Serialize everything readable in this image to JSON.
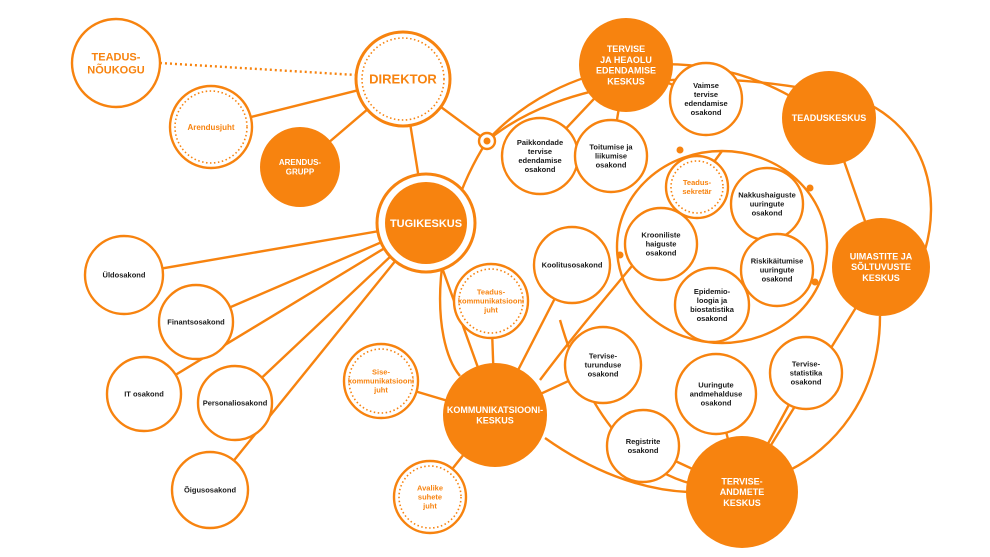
{
  "colors": {
    "accent": "#f7830f",
    "text": "#1a1a1a",
    "white": "#ffffff"
  },
  "nodes": {
    "teadusnoukogu": {
      "lines": [
        "TEADUS-",
        "NÕUKOGU"
      ]
    },
    "direktor": {
      "lines": [
        "DIREKTOR"
      ]
    },
    "arendusjuht": {
      "lines": [
        "Arendusjuht"
      ]
    },
    "arendusgrupp": {
      "lines": [
        "ARENDUS-",
        "GRUPP"
      ]
    },
    "tugikeskus": {
      "lines": [
        "TUGIKESKUS"
      ]
    },
    "tervise_keskus": {
      "lines": [
        "TERVISE",
        "JA HEAOLU",
        "EDENDAMISE",
        "KESKUS"
      ]
    },
    "vaimse": {
      "lines": [
        "Vaimse",
        "tervise",
        "edendamise",
        "osakond"
      ]
    },
    "paikkondade": {
      "lines": [
        "Paikkondade",
        "tervise",
        "edendamise",
        "osakond"
      ]
    },
    "toitumise": {
      "lines": [
        "Toitumise ja",
        "liikumise",
        "osakond"
      ]
    },
    "teaduskeskus": {
      "lines": [
        "TEADUSKESKUS"
      ]
    },
    "teadussekretar": {
      "lines": [
        "Teadus-",
        "sekretär"
      ]
    },
    "nakkus": {
      "lines": [
        "Nakkushaiguste",
        "uuringute",
        "osakond"
      ]
    },
    "kroonilised": {
      "lines": [
        "Krooniliste",
        "haiguste",
        "osakond"
      ]
    },
    "riskikaitumise": {
      "lines": [
        "Riskikäitumise",
        "uuringute",
        "osakond"
      ]
    },
    "epidemio": {
      "lines": [
        "Epidemio-",
        "loogia ja",
        "biostatistika",
        "osakond"
      ]
    },
    "uimastite": {
      "lines": [
        "UIMASTITE JA",
        "SÕLTUVUSTE",
        "KESKUS"
      ]
    },
    "koolitus": {
      "lines": [
        "Koolitusosakond"
      ]
    },
    "teaduskomm": {
      "lines": [
        "Teadus-",
        "kommunikatsiooni",
        "juht"
      ]
    },
    "uldosakond": {
      "lines": [
        "Üldosakond"
      ]
    },
    "finants": {
      "lines": [
        "Finantsosakond"
      ]
    },
    "it": {
      "lines": [
        "IT osakond"
      ]
    },
    "personali": {
      "lines": [
        "Personaliosakond"
      ]
    },
    "oigus": {
      "lines": [
        "Õigusosakond"
      ]
    },
    "sisekomm": {
      "lines": [
        "Sise-",
        "kommunikatsiooni",
        "juht"
      ]
    },
    "kommkeskus": {
      "lines": [
        "KOMMUNIKATSIOONI-",
        "KESKUS"
      ]
    },
    "avalike": {
      "lines": [
        "Avalike",
        "suhete",
        "juht"
      ]
    },
    "turundus": {
      "lines": [
        "Tervise-",
        "turunduse",
        "osakond"
      ]
    },
    "uuringute_andme": {
      "lines": [
        "Uuringute",
        "andmehalduse",
        "osakond"
      ]
    },
    "statistika": {
      "lines": [
        "Tervise-",
        "statistika",
        "osakond"
      ]
    },
    "registrite": {
      "lines": [
        "Registrite",
        "osakond"
      ]
    },
    "andmekeskus": {
      "lines": [
        "TERVISE-",
        "ANDMETE",
        "KESKUS"
      ]
    }
  }
}
